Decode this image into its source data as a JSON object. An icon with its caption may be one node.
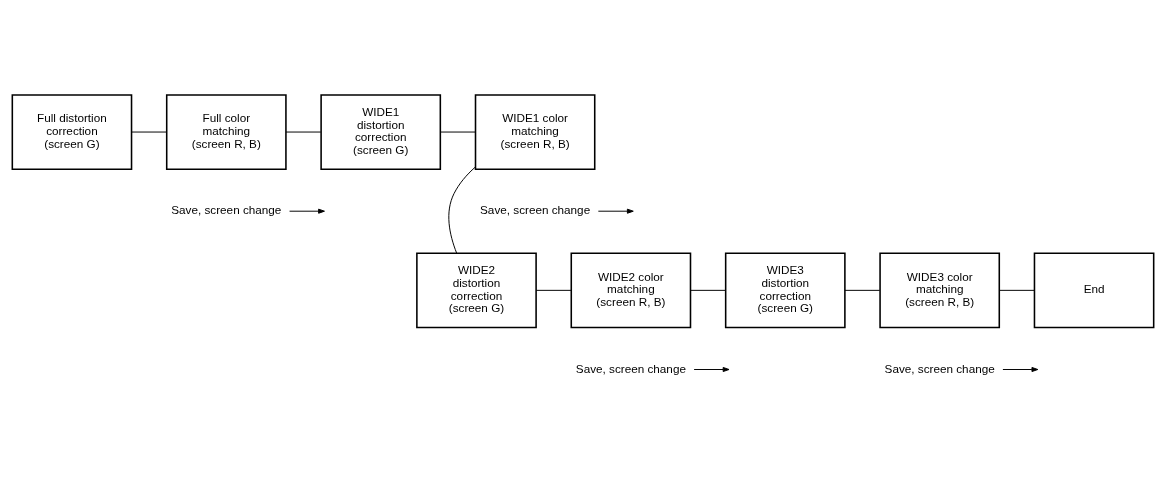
{
  "diagram": {
    "nodes": [
      {
        "text": [
          "Full distortion correction (screen G)"
        ]
      },
      {
        "text": [
          "Full color matching (screen R, B)"
        ]
      },
      {
        "text": [
          "WIDE1 distortion correction (screen G)"
        ]
      },
      {
        "text": [
          "WIDE1 color matching (screen R, B)"
        ]
      },
      {
        "text": [
          "WIDE2 distortion correction (screen G)"
        ]
      },
      {
        "text": [
          "WIDE2 color matching (screen R, B)"
        ]
      },
      {
        "text": [
          "WIDE3 distortion correction (screen G)"
        ]
      },
      {
        "text": [
          "WIDE3 color matching (screen R, B)"
        ]
      },
      {
        "text": [
          "End"
        ]
      },
      {
        "text": [
          "Save, screen change"
        ]
      },
      {
        "text": [
          "Save, screen change"
        ]
      },
      {
        "text": [
          "Save, screen change"
        ]
      },
      {
        "text": [
          "Save, screen change"
        ]
      }
    ],
    "edges": [
      {
        "from": 0,
        "to": 1,
        "arrow": "none"
      },
      {
        "from": 1,
        "to": 2,
        "arrow": "none"
      },
      {
        "from": 2,
        "to": 3,
        "arrow": "none"
      },
      {
        "from": 3,
        "to": 4,
        "arrow": "none"
      },
      {
        "from": 4,
        "to": 5,
        "arrow": "none"
      },
      {
        "from": 5,
        "to": 6,
        "arrow": "none"
      },
      {
        "from": 6,
        "to": 7,
        "arrow": "none"
      },
      {
        "from": 7,
        "to": 8,
        "arrow": "none"
      },
      {
        "from": 9,
        "to": null,
        "arrow": "to"
      },
      {
        "from": 10,
        "to": null,
        "arrow": "to"
      },
      {
        "from": 11,
        "to": null,
        "arrow": "to"
      },
      {
        "from": 12,
        "to": null,
        "arrow": "to"
      }
    ]
  }
}
